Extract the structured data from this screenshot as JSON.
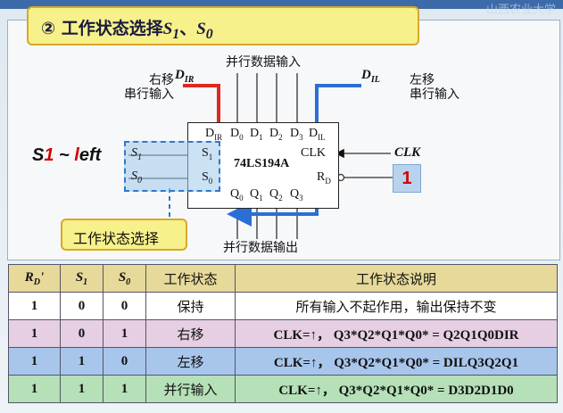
{
  "header": {
    "watermark": "山西农业大学"
  },
  "title": {
    "prefix": "② 工作状态选择",
    "s1": "S",
    "s1_sub": "1",
    "sep": "、",
    "s0": "S",
    "s0_sub": "0"
  },
  "diagram": {
    "left_shift_label": "左移\n串行输入",
    "right_shift_label": "右移\n串行输入",
    "dir": "D",
    "dir_sub": "IR",
    "dil": "D",
    "dil_sub": "IL",
    "parallel_in_label": "并行数据输入",
    "parallel_out_label": "并行数据输出",
    "clk_label": "CLK",
    "s1_left_text": [
      "S",
      "1",
      " ~ ",
      "l",
      "eft"
    ],
    "chip_name": "74LS194A",
    "chip_pins_top": "DIR D0 D1 D2 D3 DIL",
    "chip_pins_left": [
      "S1",
      "S0"
    ],
    "chip_pins_right": [
      "CLK",
      "RD"
    ],
    "chip_pins_bottom": [
      "Q0",
      "Q1",
      "Q2",
      "Q3"
    ],
    "ext_s1": "S1",
    "ext_s0": "S0",
    "select_label": "工作状态选择",
    "rd_value": "1",
    "colors": {
      "right_shift_arrow": "#e0281e",
      "left_shift_arrow": "#2a6fd6",
      "down_arrow": "#1fae3a"
    }
  },
  "table": {
    "headers": [
      "RD'",
      "S1",
      "S0",
      "工作状态",
      "工作状态说明"
    ],
    "rows": [
      {
        "rd": "1",
        "s1": "0",
        "s0": "0",
        "state": "保持",
        "desc": "所有输入不起作用，输出保持不变",
        "bg": "#ffffff"
      },
      {
        "rd": "1",
        "s1": "0",
        "s0": "1",
        "state": "右移",
        "desc": "CLK=↑， Q3*Q2*Q1*Q0* = Q2Q1Q0DIR",
        "bg": "#e6cfe2"
      },
      {
        "rd": "1",
        "s1": "1",
        "s0": "0",
        "state": "左移",
        "desc": "CLK=↑， Q3*Q2*Q1*Q0* = DILQ3Q2Q1",
        "bg": "#a8c6ec"
      },
      {
        "rd": "1",
        "s1": "1",
        "s0": "1",
        "state": "并行输入",
        "desc": "CLK=↑， Q3*Q2*Q1*Q0* = D3D2D1D0",
        "bg": "#b5e0b8"
      }
    ]
  }
}
